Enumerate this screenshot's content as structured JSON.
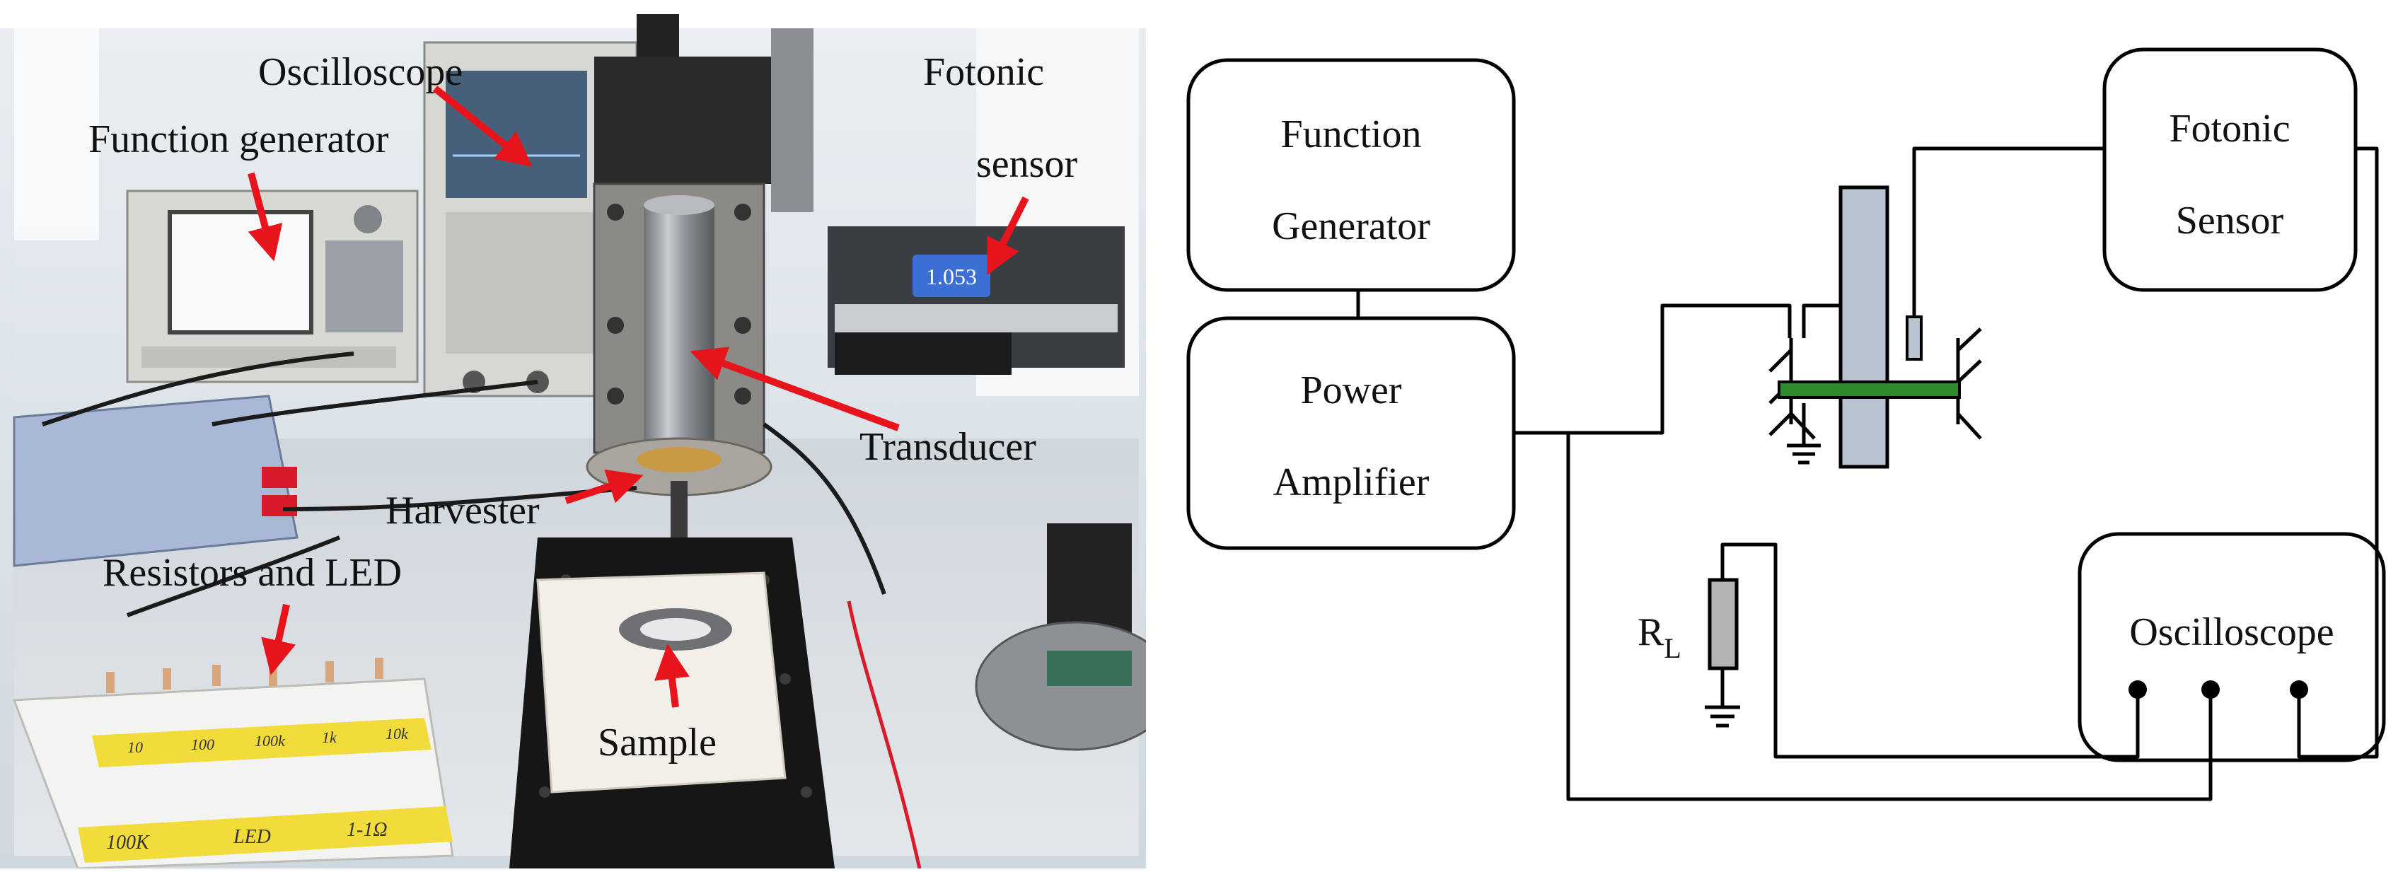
{
  "photo": {
    "labels": {
      "oscilloscope": "Oscilloscope",
      "function_generator": "Function generator",
      "fotonic_line1": "Fotonic",
      "fotonic_line2": "sensor",
      "transducer": "Transducer",
      "harvester": "Harvester",
      "resistors_led": "Resistors and LED",
      "sample": "Sample"
    },
    "sensor_display": "1.053",
    "breadboard_marks": {
      "r1": "10",
      "r2": "100",
      "r3": "100k",
      "r4": "1k",
      "r5": "10k",
      "b1": "100K",
      "b2": "LED",
      "b3": "1-1Ω"
    },
    "colors": {
      "red_arrow": "#e8141c",
      "stone_base": "#f2efe9",
      "breadboard_tape": "#f2dc3c",
      "steel": "#9a9ea3"
    }
  },
  "schematic": {
    "blocks": {
      "fg_line1": "Function",
      "fg_line2": "Generator",
      "pa_line1": "Power",
      "pa_line2": "Amplifier",
      "fs_line1": "Fotonic",
      "fs_line2": "Sensor",
      "osc": "Oscilloscope"
    },
    "resistor_label": "R",
    "resistor_subscript": "L",
    "colors": {
      "rod": "#b8c2d1",
      "plate": "#2e8b2e",
      "resistor": "#b3b3b3"
    }
  }
}
